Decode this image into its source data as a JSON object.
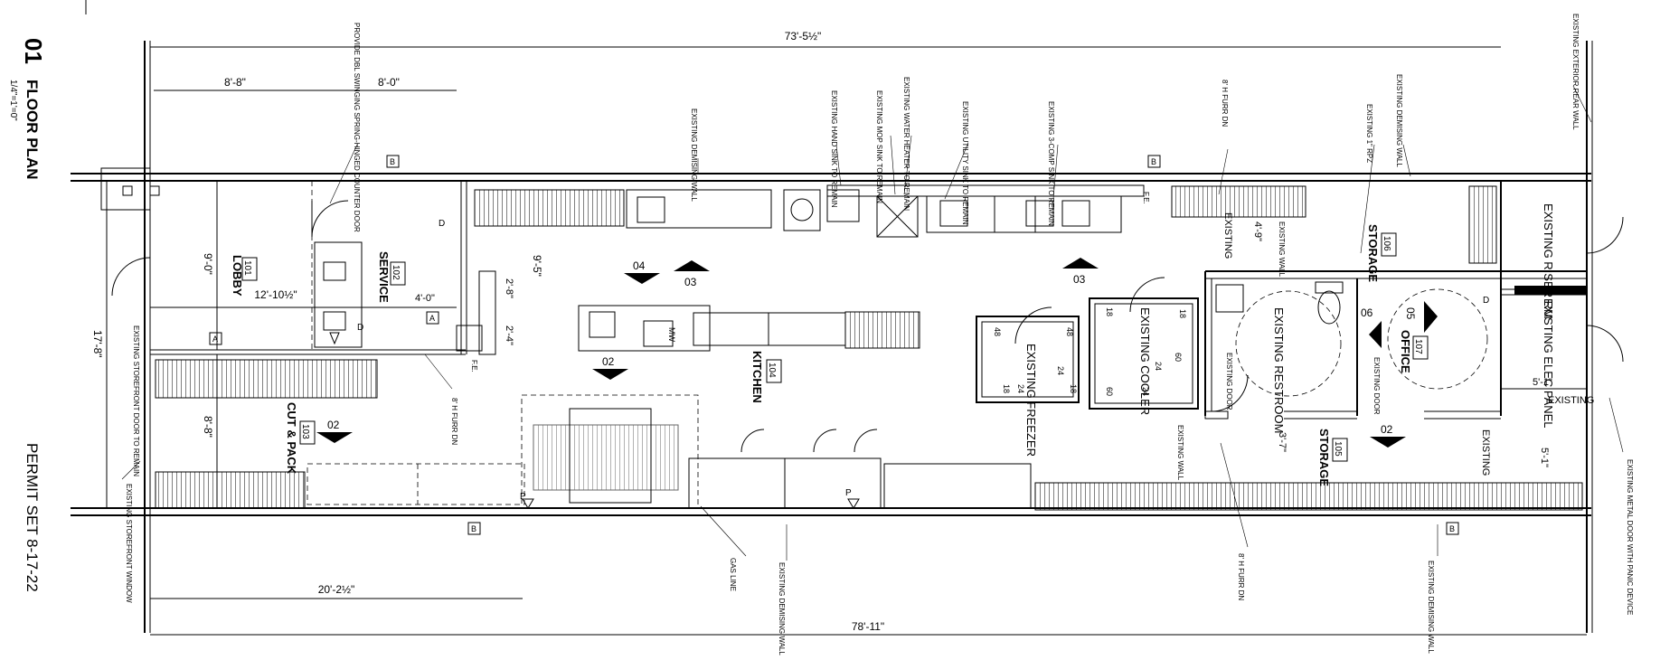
{
  "title_block": {
    "number": "01",
    "title": "FLOOR PLAN",
    "scale": "1/4\"=1'=0\"",
    "permit": "PERMIT SET  8-17-22"
  },
  "dimensions": {
    "top_overall": "73'-5½\"",
    "bottom_overall": "78'-11\"",
    "lobby_width": "8'-8\"",
    "service_width": "8'-0\"",
    "lobby_depth": "9'-0\"",
    "total_depth": "17'-8\"",
    "service_depth": "9'-5\"",
    "cut_depth": "8'-8\"",
    "lobby_length": "12'-10½\"",
    "service_len": "4'-0\"",
    "d1": "2'-8\"",
    "d2": "2'-4\"",
    "bottom_left": "20'-2½\"",
    "storage_w": "4'-9\"",
    "storage105": "3'-7\"",
    "elec_w": "5'-1\"",
    "right_small": "5'-1\""
  },
  "rooms": [
    {
      "num": "101",
      "name": "LOBBY"
    },
    {
      "num": "102",
      "name": "SERVICE"
    },
    {
      "num": "103",
      "name": "CUT & PACK"
    },
    {
      "num": "104",
      "name": "KITCHEN"
    },
    {
      "num": "105",
      "name": "STORAGE"
    },
    {
      "num": "106",
      "name": "STORAGE"
    },
    {
      "num": "107",
      "name": "OFFICE"
    }
  ],
  "existing_rooms": {
    "riser": "EXISTING RISER RM",
    "elec": "EXISTING ELEC PANEL",
    "restroom": "EXISTING RESTROOM",
    "freezer": "EXISTING FREEZER",
    "cooler": "EXISTING COOLER"
  },
  "notes": {
    "counter_door": "PROVIDE DBL SWINGING SPRING-HINGED COUNTER DOOR",
    "demising_top": "EXISTING DEMISING WALL",
    "hand_sink": "EXISTING HAND SINK TO REMAIN",
    "water_heater": "EXISTING WATER HEATER TO REMAIN",
    "mop_sink": "EXISTING MOP SINK TO REMAIN",
    "utility_sink": "EXISTING UTILITY SINK TO REMAIN",
    "comp_sink": "EXISTING 3-COMP SINK TO REMAIN",
    "furr_top": "8' H FURR DN",
    "rpz": "EXISTING 1\" RPZ",
    "demising_right": "EXISTING DEMISING WALL",
    "exterior_rear": "EXISTING EXTERIOR REAR WALL",
    "storefront_door": "EXISTING STOREFRONT DOOR TO REMAIN",
    "storefront_window": "EXISTING STOREFRONT WINDOW",
    "furr_left": "8' H FURR DN",
    "gas_line": "GAS LINE",
    "demising_bottom": "EXISTING DEMISING WALL",
    "furr_bottom": "8' H FURR DN",
    "demising_bottom_right": "EXISTING DEMISING WALL",
    "metal_door": "EXISTING METAL DOOR WITH PANIC DEVICE",
    "existing": "EXISTING",
    "existing_wall": "EXISTING WALL",
    "existing_door": "EXISTING DOOR",
    "fe": "F.E.",
    "mw": "MW"
  },
  "tags": {
    "b": "B",
    "a": "A",
    "d": "D",
    "p": "P",
    "v02": "02",
    "v03": "03",
    "v04": "04",
    "v05": "05",
    "v06": "06"
  },
  "freezer_dims": [
    "48",
    "48",
    "24",
    "24",
    "18",
    "18"
  ],
  "cooler_dims": [
    "18",
    "18",
    "24",
    "24",
    "60",
    "60"
  ]
}
